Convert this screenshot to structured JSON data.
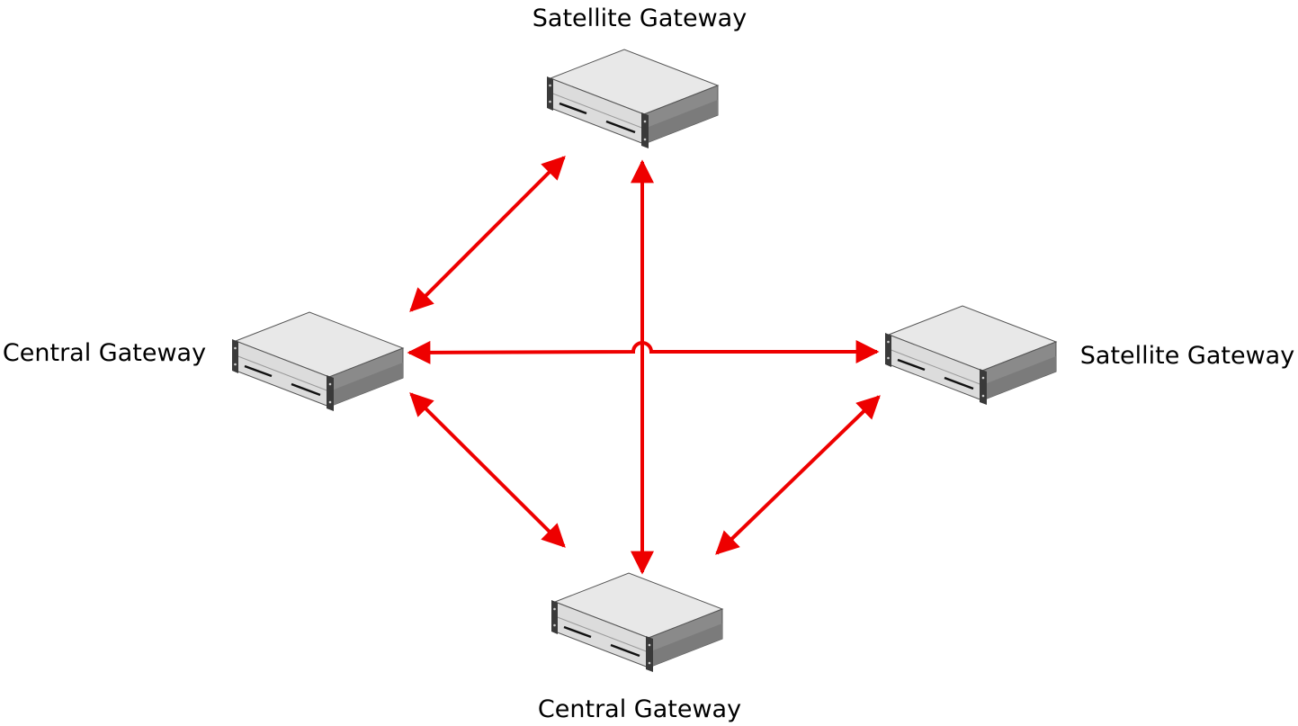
{
  "nodes": [
    {
      "id": "top",
      "label": "Satellite Gateway",
      "role": "satellite"
    },
    {
      "id": "left",
      "label": "Central Gateway",
      "role": "central"
    },
    {
      "id": "right",
      "label": "Satellite Gateway",
      "role": "satellite"
    },
    {
      "id": "bottom",
      "label": "Central Gateway",
      "role": "central"
    }
  ],
  "connections": [
    {
      "from": "left",
      "to": "top",
      "direction": "bidirectional"
    },
    {
      "from": "top",
      "to": "bottom",
      "direction": "bidirectional"
    },
    {
      "from": "left",
      "to": "right",
      "direction": "bidirectional",
      "style": "line hop over vertical link"
    },
    {
      "from": "left",
      "to": "bottom",
      "direction": "bidirectional"
    },
    {
      "from": "bottom",
      "to": "right",
      "direction": "bidirectional"
    }
  ],
  "colors": {
    "link": "#ee0000",
    "server_top": "#e6e6e6",
    "server_front": "#d9d9d9",
    "server_side": "#8c8c8c",
    "rack_ear": "#3a3a3a"
  },
  "icons": {
    "server": "rack-server-icon"
  }
}
